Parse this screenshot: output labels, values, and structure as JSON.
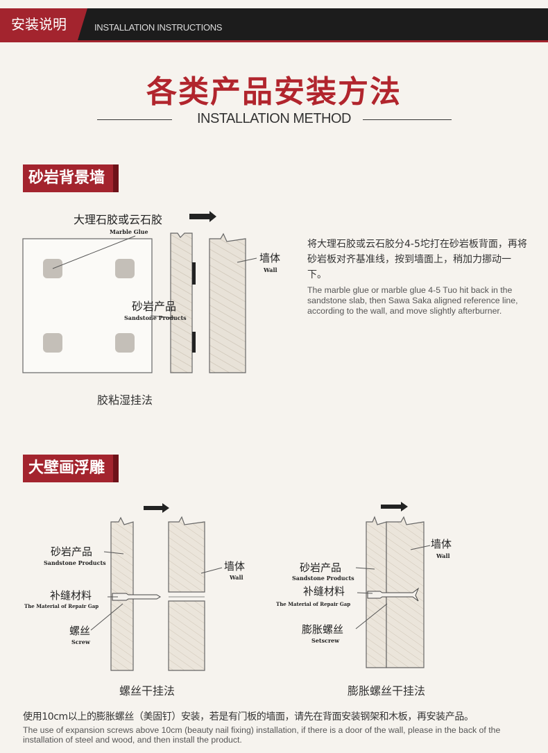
{
  "header": {
    "title_zh": "安装说明",
    "title_en": "INSTALLATION INSTRUCTIONS"
  },
  "main": {
    "title": "各类产品安装方法",
    "subtitle": "INSTALLATION METHOD"
  },
  "section1": {
    "title": "砂岩背景墙",
    "glue_label_zh": "大理石胶或云石胶",
    "glue_label_en": "Marble Glue",
    "product_label_zh": "砂岩产品",
    "product_label_en": "Sandstone Products",
    "wall_label_zh": "墙体",
    "wall_label_en": "Wall",
    "caption": "胶粘湿挂法",
    "desc_zh": "将大理石胶或云石胶分4-5坨打在砂岩板背面，再将砂岩板对齐基准线，按到墙面上，稍加力挪动一下。",
    "desc_en": "The marble glue or marble glue 4-5 Tuo hit back in the sandstone slab, then Sawa Saka aligned reference line, according to the wall, and move slightly afterburner."
  },
  "section2": {
    "title": "大壁画浮雕",
    "left": {
      "product_label_zh": "砂岩产品",
      "product_label_en": "Sandstone Products",
      "gap_label_zh": "补缝材料",
      "gap_label_en": "The Material of Repair Gap",
      "screw_label_zh": "螺丝",
      "screw_label_en": "Screw",
      "wall_label_zh": "墙体",
      "wall_label_en": "Wall",
      "caption": "螺丝干挂法"
    },
    "right": {
      "product_label_zh": "砂岩产品",
      "product_label_en": "Sandstone Products",
      "gap_label_zh": "补缝材料",
      "gap_label_en": "The Material of Repair Gap",
      "screw_label_zh": "膨胀螺丝",
      "screw_label_en": "Setscrew",
      "wall_label_zh": "墙体",
      "wall_label_en": "Wall",
      "caption": "膨胀螺丝干挂法"
    }
  },
  "footer_note": {
    "zh": "使用10cm以上的膨胀螺丝（美固钉）安装，若是有门板的墙面，请先在背面安装钢架和木板，再安装产品。",
    "en": "The use of expansion screws above 10cm (beauty nail fixing) installation, if there is a door of the wall, please in the back of the installation of steel and wood, and then install the product."
  },
  "colors": {
    "accent": "#a3242e",
    "header_bg": "#1c1c1c",
    "page_bg": "#f6f3ee"
  }
}
